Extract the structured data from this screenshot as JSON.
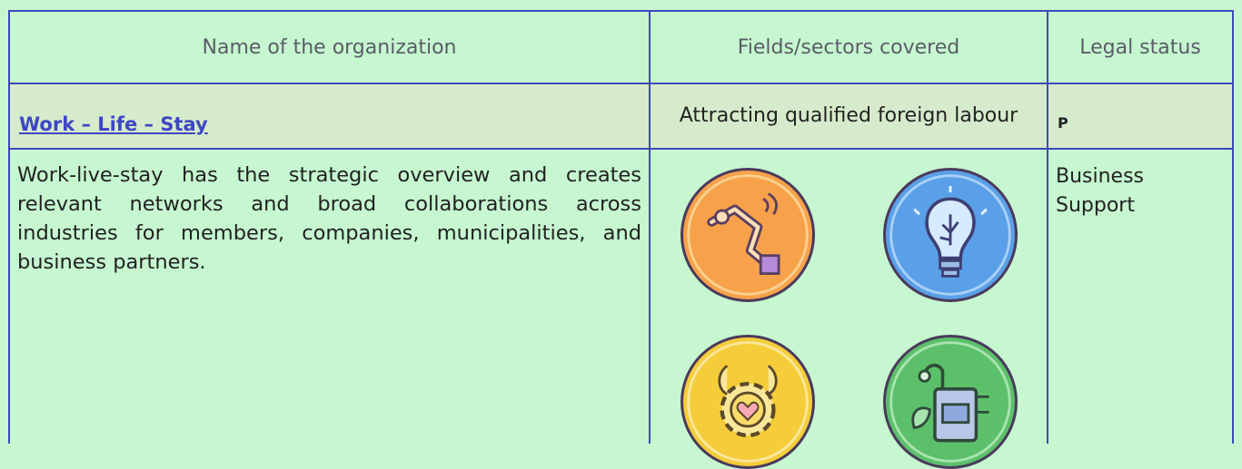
{
  "headers": {
    "organization": "Name of the organization",
    "fields": "Fields/sectors covered",
    "legal": "Legal status"
  },
  "organization": {
    "name": "Work – Life – Stay ",
    "fields": "Attracting qualified foreign labour",
    "legal": "P",
    "description": "Work-live-stay has the strategic overview and creates relevant networks and broad collaborations across industries for members, companies, municipalities, and business partners.",
    "status": "Business Support"
  },
  "icons": [
    {
      "name": "robot-arm-icon",
      "color": "#f7a24a"
    },
    {
      "name": "lightbulb-idea-icon",
      "color": "#5aa0e8"
    },
    {
      "name": "gear-heart-icon",
      "color": "#f5cd3a"
    },
    {
      "name": "circuit-leaf-icon",
      "color": "#5cc06a"
    }
  ]
}
